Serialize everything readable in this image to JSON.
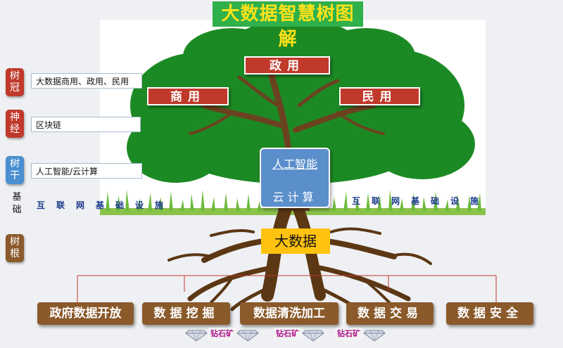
{
  "title": "大数据智慧树图解",
  "side_tags": {
    "crown": "树冠",
    "nerve": "神经",
    "trunk": "树干",
    "root": "树根"
  },
  "side_boxes": {
    "crown": "大数据商用、政用、民用",
    "nerve": "区块链",
    "trunk": "人工智能/云计算"
  },
  "base_label": "基础",
  "infra_text": "互联网基础设施",
  "canopy": {
    "gov": "政用",
    "commercial": "商用",
    "civil": "民用"
  },
  "trunk_box": {
    "line1": "人工智能",
    "line2": "云计算"
  },
  "big_data": "大数据",
  "bottom_buttons": [
    "政府数据开放",
    "数据挖掘",
    "数据清洗加工",
    "数据交易",
    "数据安全"
  ],
  "diamond_label": "钻石矿",
  "colors": {
    "title_bg": "#2fb04a",
    "title_text": "#ffe21a",
    "canopy_green": "#1c8a24",
    "trunk_brown": "#5c3714",
    "label_red": "#c0392b",
    "tag_blue": "#4a8fd0",
    "tag_brown": "#8a5a2b",
    "big_data_yellow": "#ffc20e"
  }
}
